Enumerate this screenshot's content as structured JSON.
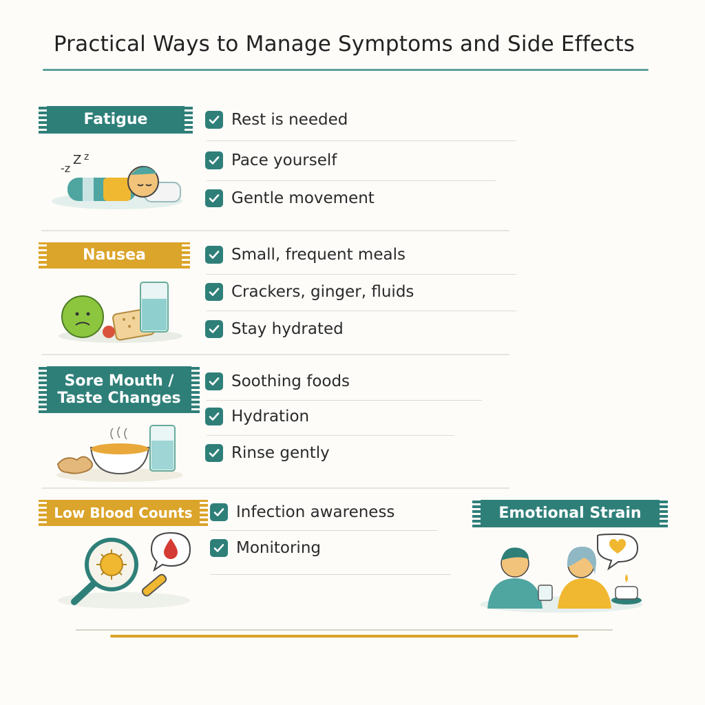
{
  "title": "Practical Ways to Manage Symptoms and Side Effects",
  "colors": {
    "teal": "#2f7f79",
    "gold": "#dba42a"
  },
  "sections": [
    {
      "label": "Fatigue",
      "color": "teal",
      "items": [
        "Rest is needed",
        "Pace yourself",
        "Gentle movement"
      ],
      "icon": "sleeping-person-icon"
    },
    {
      "label": "Nausea",
      "color": "gold",
      "items": [
        "Small, frequent meals",
        "Crackers, ginger, fluids",
        "Stay hydrated"
      ],
      "icon": "nausea-food-icon"
    },
    {
      "label_line1": "Sore Mouth /",
      "label_line2": "Taste Changes",
      "color": "teal",
      "items": [
        "Soothing foods",
        "Hydration",
        "Rinse gently"
      ],
      "icon": "soup-and-water-icon"
    },
    {
      "label": "Low Blood Counts",
      "color": "gold",
      "items": [
        "Infection awareness",
        "Monitoring"
      ],
      "icon": "magnifier-blood-icon"
    },
    {
      "label": "Emotional Strain",
      "color": "teal",
      "icon": "two-people-talking-icon"
    }
  ]
}
